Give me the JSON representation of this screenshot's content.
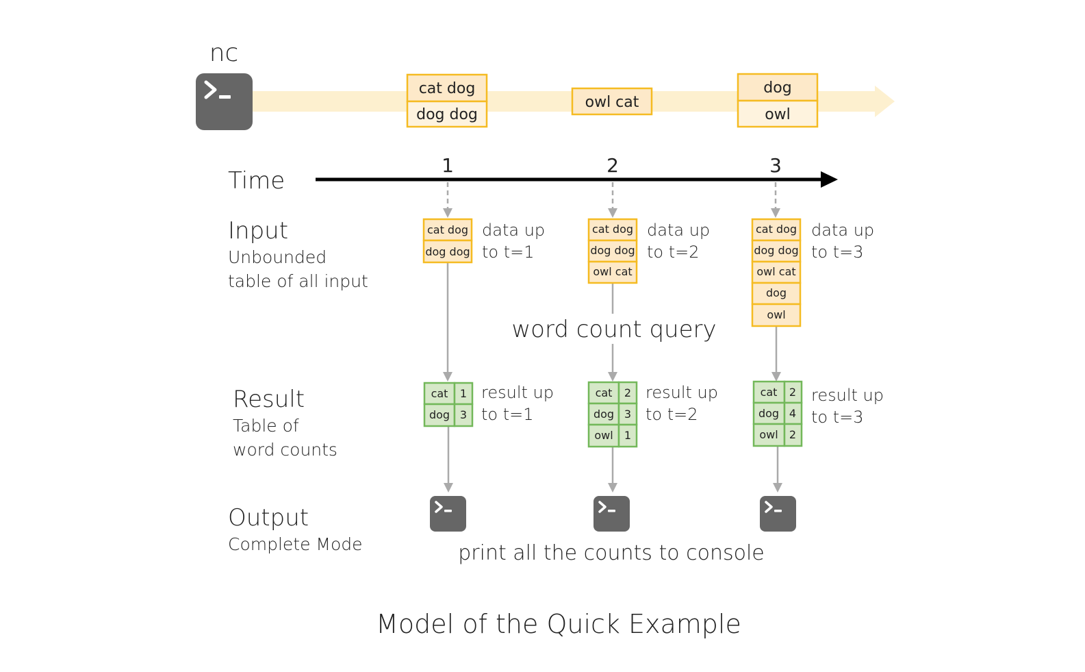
{
  "caption": "Model of the Quick Example",
  "source": {
    "label": "nc",
    "icon": "terminal-icon",
    "stream_color": "#fdf0cf"
  },
  "messages": [
    {
      "id": 1,
      "lines": [
        "cat dog",
        "dog dog"
      ]
    },
    {
      "id": 2,
      "lines": [
        "owl cat"
      ]
    },
    {
      "id": 3,
      "lines": [
        "dog",
        "owl"
      ]
    }
  ],
  "timeline": {
    "label": "Time",
    "ticks": [
      "1",
      "2",
      "3"
    ]
  },
  "input": {
    "title": "Input",
    "subtitle": [
      "Unbounded",
      "table of all input"
    ],
    "steps": [
      {
        "rows": [
          "cat dog",
          "dog dog"
        ],
        "note": [
          "data up",
          "to t=1"
        ]
      },
      {
        "rows": [
          "cat dog",
          "dog dog",
          "owl cat"
        ],
        "note": [
          "data up",
          "to t=2"
        ]
      },
      {
        "rows": [
          "cat dog",
          "dog dog",
          "owl cat",
          "dog",
          "owl"
        ],
        "note": [
          "data up",
          "to t=3"
        ]
      }
    ]
  },
  "query": {
    "label": "word count query"
  },
  "result": {
    "title": "Result",
    "subtitle": [
      "Table of",
      "word counts"
    ],
    "steps": [
      {
        "rows": [
          [
            "cat",
            "1"
          ],
          [
            "dog",
            "3"
          ]
        ],
        "note": [
          "result up",
          "to t=1"
        ]
      },
      {
        "rows": [
          [
            "cat",
            "2"
          ],
          [
            "dog",
            "3"
          ],
          [
            "owl",
            "1"
          ]
        ],
        "note": [
          "result up",
          "to t=2"
        ]
      },
      {
        "rows": [
          [
            "cat",
            "2"
          ],
          [
            "dog",
            "4"
          ],
          [
            "owl",
            "2"
          ]
        ],
        "note": [
          "result up",
          "to t=3"
        ]
      }
    ]
  },
  "output": {
    "title": "Output",
    "subtitle": "Complete Mode",
    "icon": "terminal-icon",
    "description": "print all the counts to console"
  },
  "colors": {
    "input_fill": "#fde9c9",
    "input_border": "#f5bb22",
    "result_fill": "#d6e8c8",
    "result_border": "#73b85a",
    "terminal": "#666666",
    "arrow": "#aaaaaa",
    "timeline": "#000000"
  }
}
